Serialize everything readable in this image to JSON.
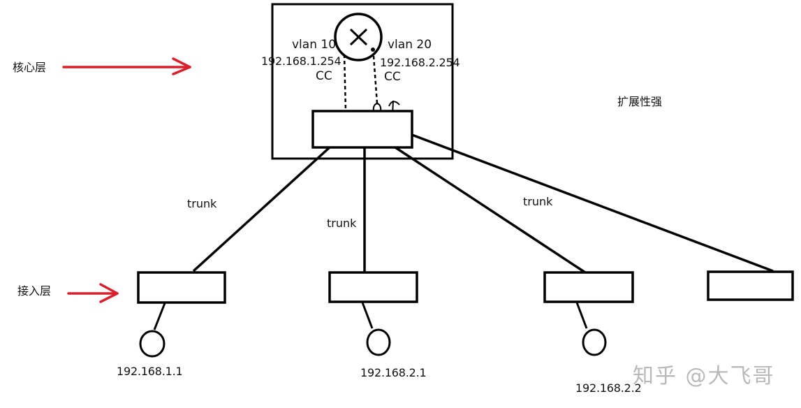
{
  "title": "核心层 / 接入层 VLAN trunk 拓扑",
  "layers": {
    "core_label": "核心层",
    "access_label": "接入层",
    "arrow_color": "#d7202c"
  },
  "scalability_note": "扩展性强",
  "core": {
    "router_symbol": "×",
    "vlan_left": {
      "name": "vlan 10",
      "ip": "192.168.1.254",
      "tag": "CC"
    },
    "vlan_right": {
      "name": "vlan 20",
      "ip": "192.168.2.254",
      "tag": "CC"
    }
  },
  "links": {
    "trunk_labels": [
      "trunk",
      "trunk",
      "trunk"
    ]
  },
  "access_switches": [
    {
      "host_ip": "192.168.1.1"
    },
    {
      "host_ip": "192.168.2.1"
    },
    {
      "host_ip": "192.168.2.2"
    },
    {
      "host_ip": null
    }
  ],
  "watermark": "知乎 @大飞哥",
  "colors": {
    "stroke": "#000000",
    "text": "#111111",
    "watermark": "#b9b9b9"
  }
}
